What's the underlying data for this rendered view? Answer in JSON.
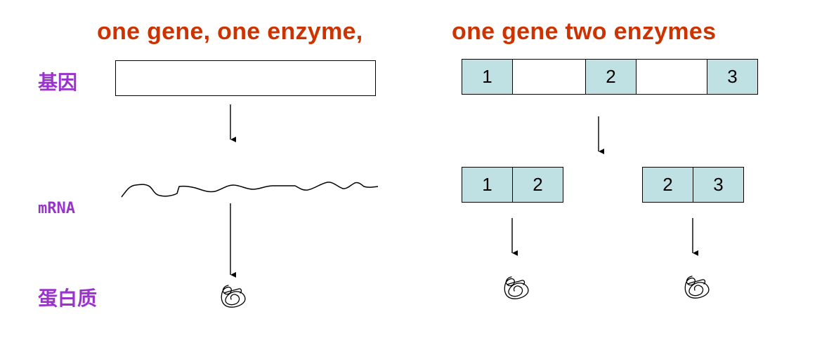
{
  "titles": {
    "left": "one gene, one enzyme,",
    "right": "one gene two enzymes"
  },
  "labels": {
    "gene": "基因",
    "mrna": "mRNA",
    "protein": "蛋白质"
  },
  "gene_right": {
    "exons": [
      "1",
      "2",
      "3"
    ]
  },
  "mrna_products": [
    {
      "exons": [
        "1",
        "2"
      ]
    },
    {
      "exons": [
        "2",
        "3"
      ]
    }
  ],
  "colors": {
    "title": "#cc3300",
    "label": "#9933cc",
    "exon_fill": "#bfe1e3"
  },
  "icons": {
    "protein": "scribble-protein-icon",
    "arrow": "arrow-down-icon"
  }
}
